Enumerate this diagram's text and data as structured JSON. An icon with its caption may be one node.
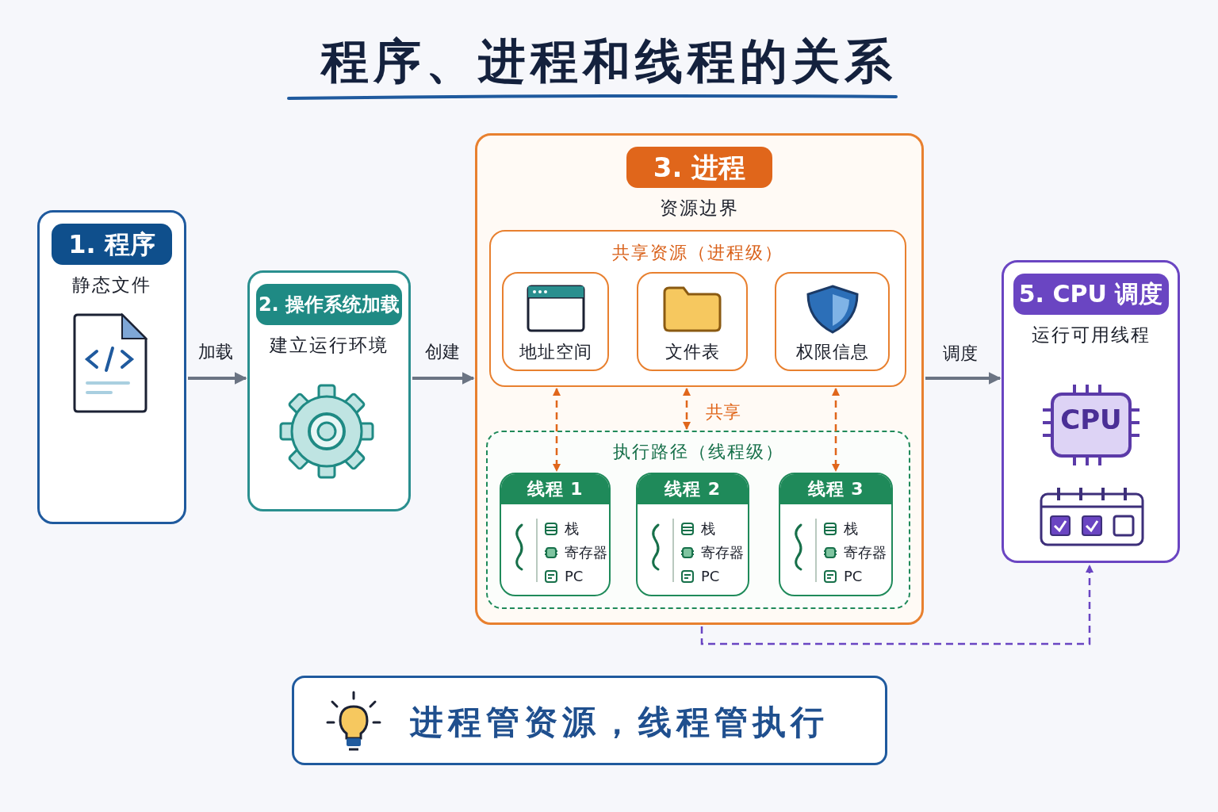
{
  "diagram": {
    "title": "程序、进程和线程的关系",
    "nodes": [
      {
        "text": [
          "1. 程序",
          "静态文件"
        ]
      },
      {
        "text": [
          "2. 操作系统加载",
          "建立运行环境"
        ]
      },
      {
        "text": [
          "3. 进程",
          "资源边界"
        ]
      },
      {
        "text": [
          "共享资源（进程级）"
        ],
        "in": 2
      },
      {
        "text": [
          "地址空间"
        ],
        "in": 3
      },
      {
        "text": [
          "文件表"
        ],
        "in": 3
      },
      {
        "text": [
          "权限信息"
        ],
        "in": 3
      },
      {
        "text": [
          "执行路径（线程级）"
        ],
        "in": 2
      },
      {
        "text": [
          "线程 1",
          "栈",
          "寄存器",
          "PC"
        ],
        "in": 7
      },
      {
        "text": [
          "线程 2",
          "栈",
          "寄存器",
          "PC"
        ],
        "in": 7
      },
      {
        "text": [
          "线程 3",
          "栈",
          "寄存器",
          "PC"
        ],
        "in": 7
      },
      {
        "text": [
          "5. CPU 调度",
          "运行可用线程"
        ]
      },
      {
        "text": [
          "进程管资源，线程管执行"
        ]
      }
    ],
    "edges": [
      {
        "from": 0,
        "to": 1,
        "arrow": "to",
        "label": "加载"
      },
      {
        "from": 1,
        "to": 2,
        "arrow": "to",
        "label": "创建"
      },
      {
        "from": 2,
        "to": 11,
        "arrow": "to",
        "label": "调度"
      },
      {
        "from": 3,
        "to": 8,
        "arrow": "both",
        "style": "dashed",
        "color": "#e0661b"
      },
      {
        "from": 3,
        "to": 7,
        "arrow": "both",
        "style": "dashed",
        "color": "#e0661b",
        "label": "共享"
      },
      {
        "from": 3,
        "to": 10,
        "arrow": "both",
        "style": "dashed",
        "color": "#e0661b"
      },
      {
        "from": 2,
        "to": 11,
        "arrow": "to",
        "style": "dashed",
        "color": "#6a45c2"
      }
    ],
    "labels": [
      "CPU"
    ]
  }
}
